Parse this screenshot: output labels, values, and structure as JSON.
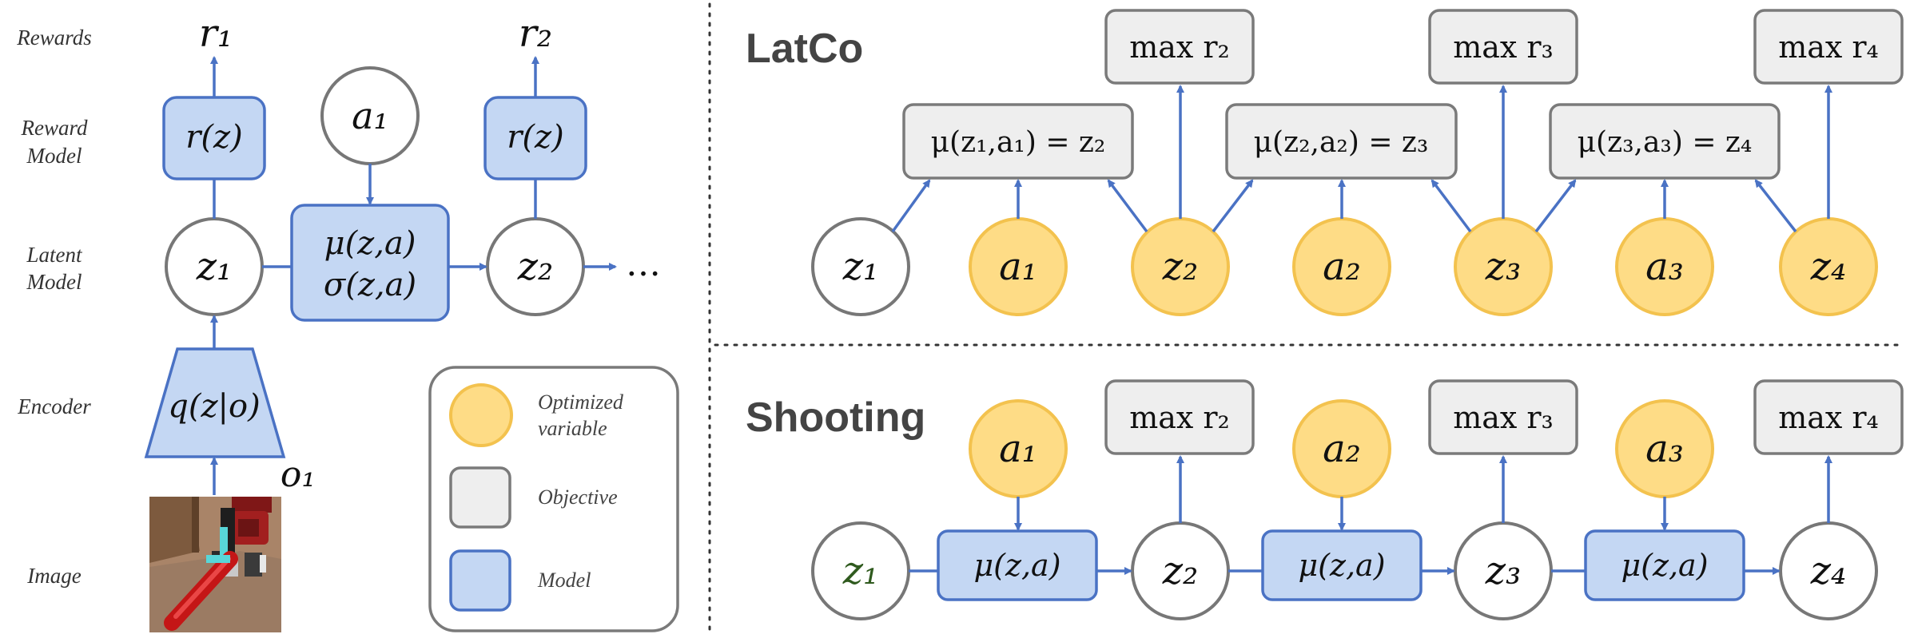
{
  "side_labels": {
    "rewards": "Rewards",
    "reward_model_1": "Reward",
    "reward_model_2": "Model",
    "latent_model_1": "Latent",
    "latent_model_2": "Model",
    "encoder": "Encoder",
    "image": "Image"
  },
  "left": {
    "r1": "r₁",
    "r2": "r₂",
    "reward_fn_1": "r(z)",
    "reward_fn_2": "r(z)",
    "a1": "a₁",
    "mu": "μ(z,a)",
    "sigma": "σ(z,a)",
    "z1": "z₁",
    "z2": "z₂",
    "ellipsis": "…",
    "encoder": "q(z|o)",
    "o1": "o₁"
  },
  "legend": {
    "optimized_1": "Optimized",
    "optimized_2": "variable",
    "objective": "Objective",
    "model": "Model"
  },
  "latco": {
    "title": "LatCo",
    "objectives": [
      "max r₂",
      "max r₃",
      "max r₄"
    ],
    "dynamics": [
      "μ(z₁,a₁) = z₂",
      "μ(z₂,a₂) = z₃",
      "μ(z₃,a₃) = z₄"
    ],
    "nodes": [
      "z₁",
      "a₁",
      "z₂",
      "a₂",
      "z₃",
      "a₃",
      "z₄"
    ]
  },
  "shooting": {
    "title": "Shooting",
    "objectives": [
      "max r₂",
      "max r₃",
      "max r₄"
    ],
    "actions": [
      "a₁",
      "a₂",
      "a₃"
    ],
    "models": [
      "μ(z,a)",
      "μ(z,a)",
      "μ(z,a)"
    ],
    "states": [
      "z₁",
      "z₂",
      "z₃",
      "z₄"
    ]
  },
  "colors": {
    "model_fill": "#c4d7f3",
    "model_stroke": "#4a72c4",
    "optimized_fill": "#fedc86",
    "optimized_stroke": "#f3c24e",
    "objective_fill": "#eeeeee",
    "z1_shooting": "#2f5a1e"
  }
}
